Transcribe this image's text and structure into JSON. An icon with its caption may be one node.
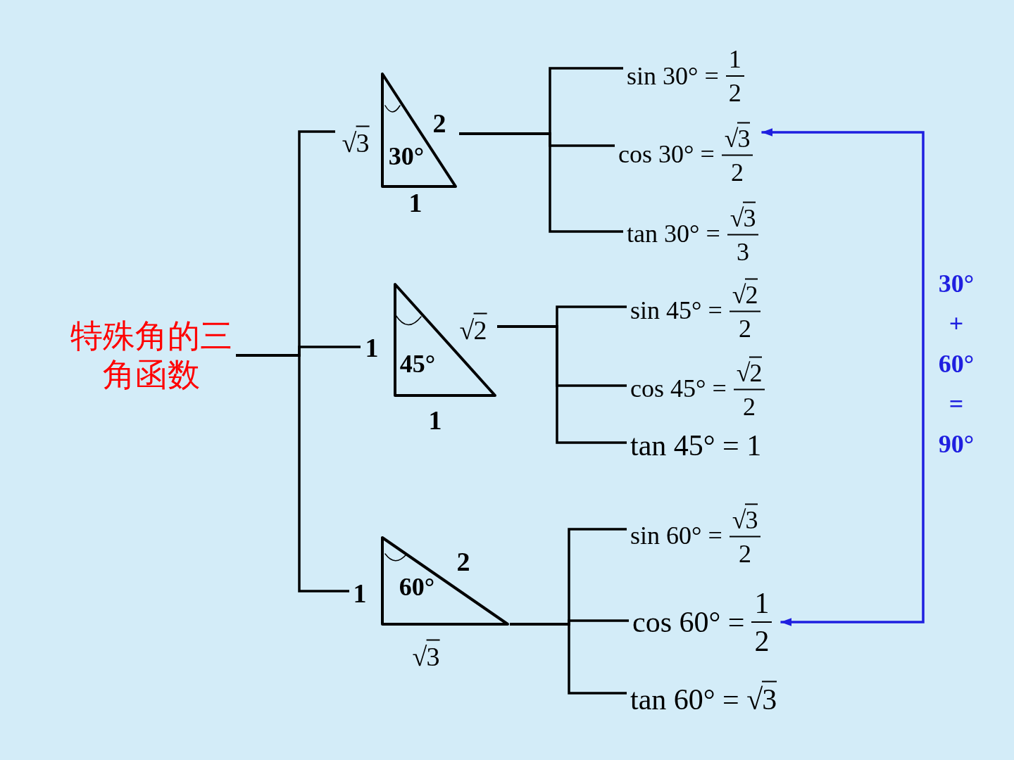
{
  "diagram": {
    "nodes": [
      {
        "text": [
          "特殊角的三角函数"
        ]
      },
      {
        "text": [
          "30°"
        ],
        "beside": [
          "√3",
          "2",
          "1"
        ]
      },
      {
        "text": [
          "45°"
        ],
        "beside": [
          "1",
          "√2",
          "1"
        ]
      },
      {
        "text": [
          "60°"
        ],
        "beside": [
          "1",
          "2",
          "√3"
        ]
      },
      {
        "text": [
          "sin 30° =",
          "1",
          "2"
        ]
      },
      {
        "text": [
          "cos 30° =",
          "√3",
          "2"
        ]
      },
      {
        "text": [
          "tan 30° =",
          "√3",
          "3"
        ]
      },
      {
        "text": [
          "sin 45° =",
          "√2",
          "2"
        ]
      },
      {
        "text": [
          "cos 45° =",
          "√2",
          "2"
        ]
      },
      {
        "text": [
          "tan 45° = 1"
        ]
      },
      {
        "text": [
          "sin 60° =",
          "√3",
          "2"
        ]
      },
      {
        "text": [
          "cos 60° =",
          "1",
          "2"
        ]
      },
      {
        "text": [
          "tan 60° = √3"
        ]
      }
    ],
    "edges": [
      {
        "from": 0,
        "to": 1,
        "arrow": "none"
      },
      {
        "from": 0,
        "to": 2,
        "arrow": "none"
      },
      {
        "from": 0,
        "to": 3,
        "arrow": "none"
      },
      {
        "from": 1,
        "to": 4,
        "arrow": "none"
      },
      {
        "from": 1,
        "to": 5,
        "arrow": "none"
      },
      {
        "from": 1,
        "to": 6,
        "arrow": "none"
      },
      {
        "from": 2,
        "to": 7,
        "arrow": "none"
      },
      {
        "from": 2,
        "to": 8,
        "arrow": "none"
      },
      {
        "from": 2,
        "to": 9,
        "arrow": "none"
      },
      {
        "from": 3,
        "to": 10,
        "arrow": "none"
      },
      {
        "from": 3,
        "to": 11,
        "arrow": "none"
      },
      {
        "from": 3,
        "to": 12,
        "arrow": "none"
      },
      {
        "from": 5,
        "to": 11,
        "arrow": "both",
        "color": "#1f1fe0",
        "label": "30° + 60° = 90°"
      }
    ]
  }
}
